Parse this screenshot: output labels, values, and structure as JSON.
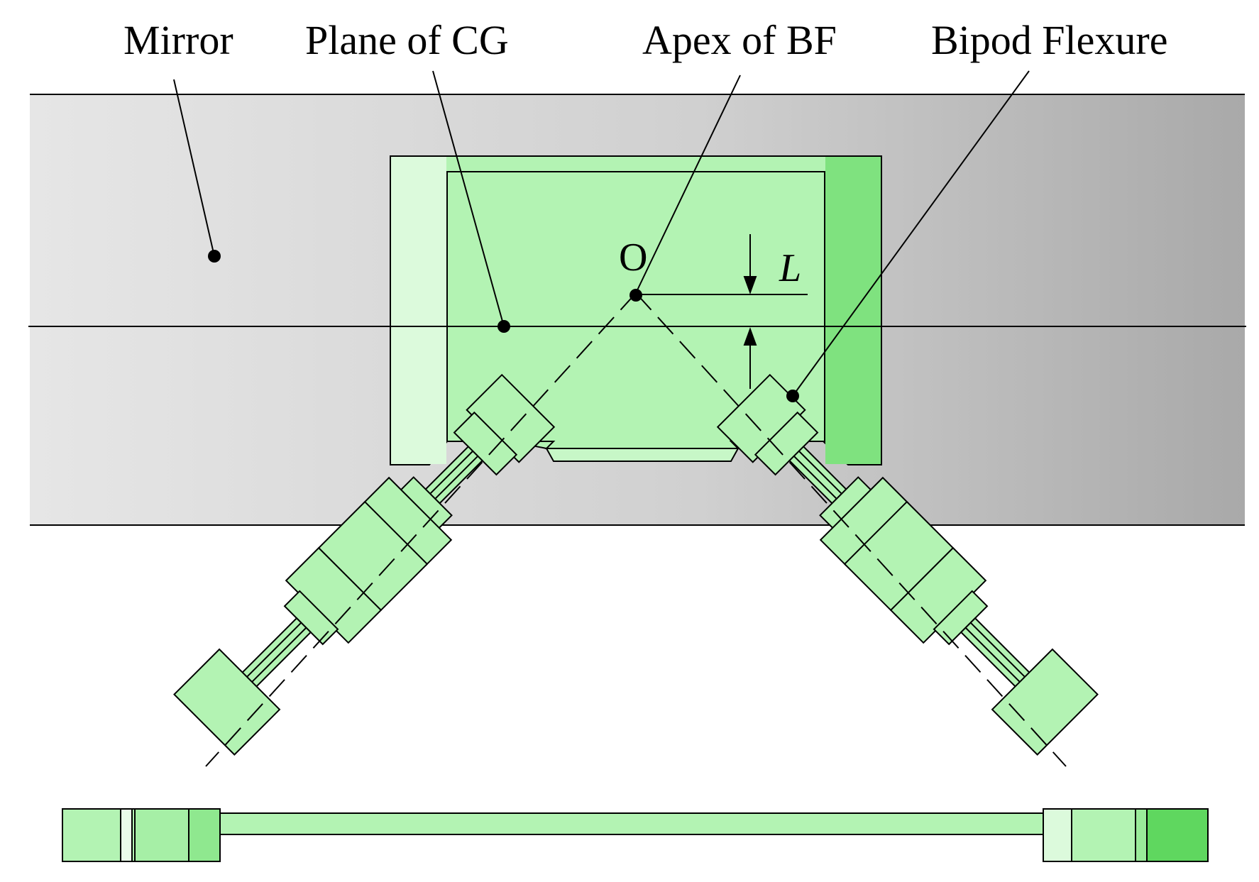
{
  "labels": {
    "mirror": "Mirror",
    "plane_of_cg": "Plane of CG",
    "apex_of_bf": "Apex of BF",
    "bipod_flexure": "Bipod Flexure",
    "origin": "O",
    "dimension": "L"
  },
  "colors": {
    "mirror_fill": "#d3d3d3",
    "mirror_fill_dark": "#a9a9a9",
    "flexure_fill": "#b3f3b3",
    "flexure_light": "#dcfadc",
    "flexure_dark": "#6ddc6d",
    "outline": "#000000"
  }
}
